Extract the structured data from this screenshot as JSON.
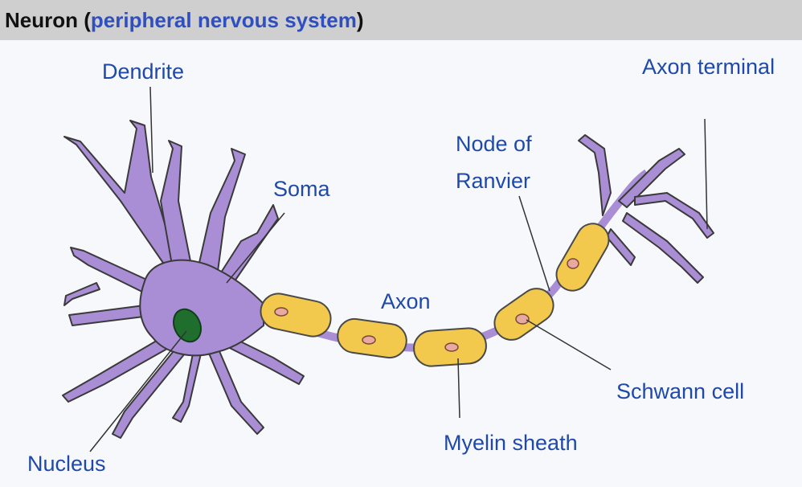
{
  "header": {
    "title_main": "Neuron",
    "paren_open": "(",
    "link_text": "peripheral nervous system",
    "paren_close": ")"
  },
  "labels": {
    "dendrite": "Dendrite",
    "soma": "Soma",
    "nucleus": "Nucleus",
    "axon": "Axon",
    "node_of_ranvier_line1": "Node of",
    "node_of_ranvier_line2": "Ranvier",
    "axon_terminal": "Axon terminal",
    "schwann_cell": "Schwann cell",
    "myelin_sheath": "Myelin sheath"
  },
  "colors": {
    "cell_body": "#a98ed6",
    "myelin": "#f2c94c",
    "schwann_nucleus": "#e9a9a1",
    "nucleus": "#1f6e2e",
    "label_text": "#1f49a8",
    "header_bg": "#cfcfcf"
  }
}
